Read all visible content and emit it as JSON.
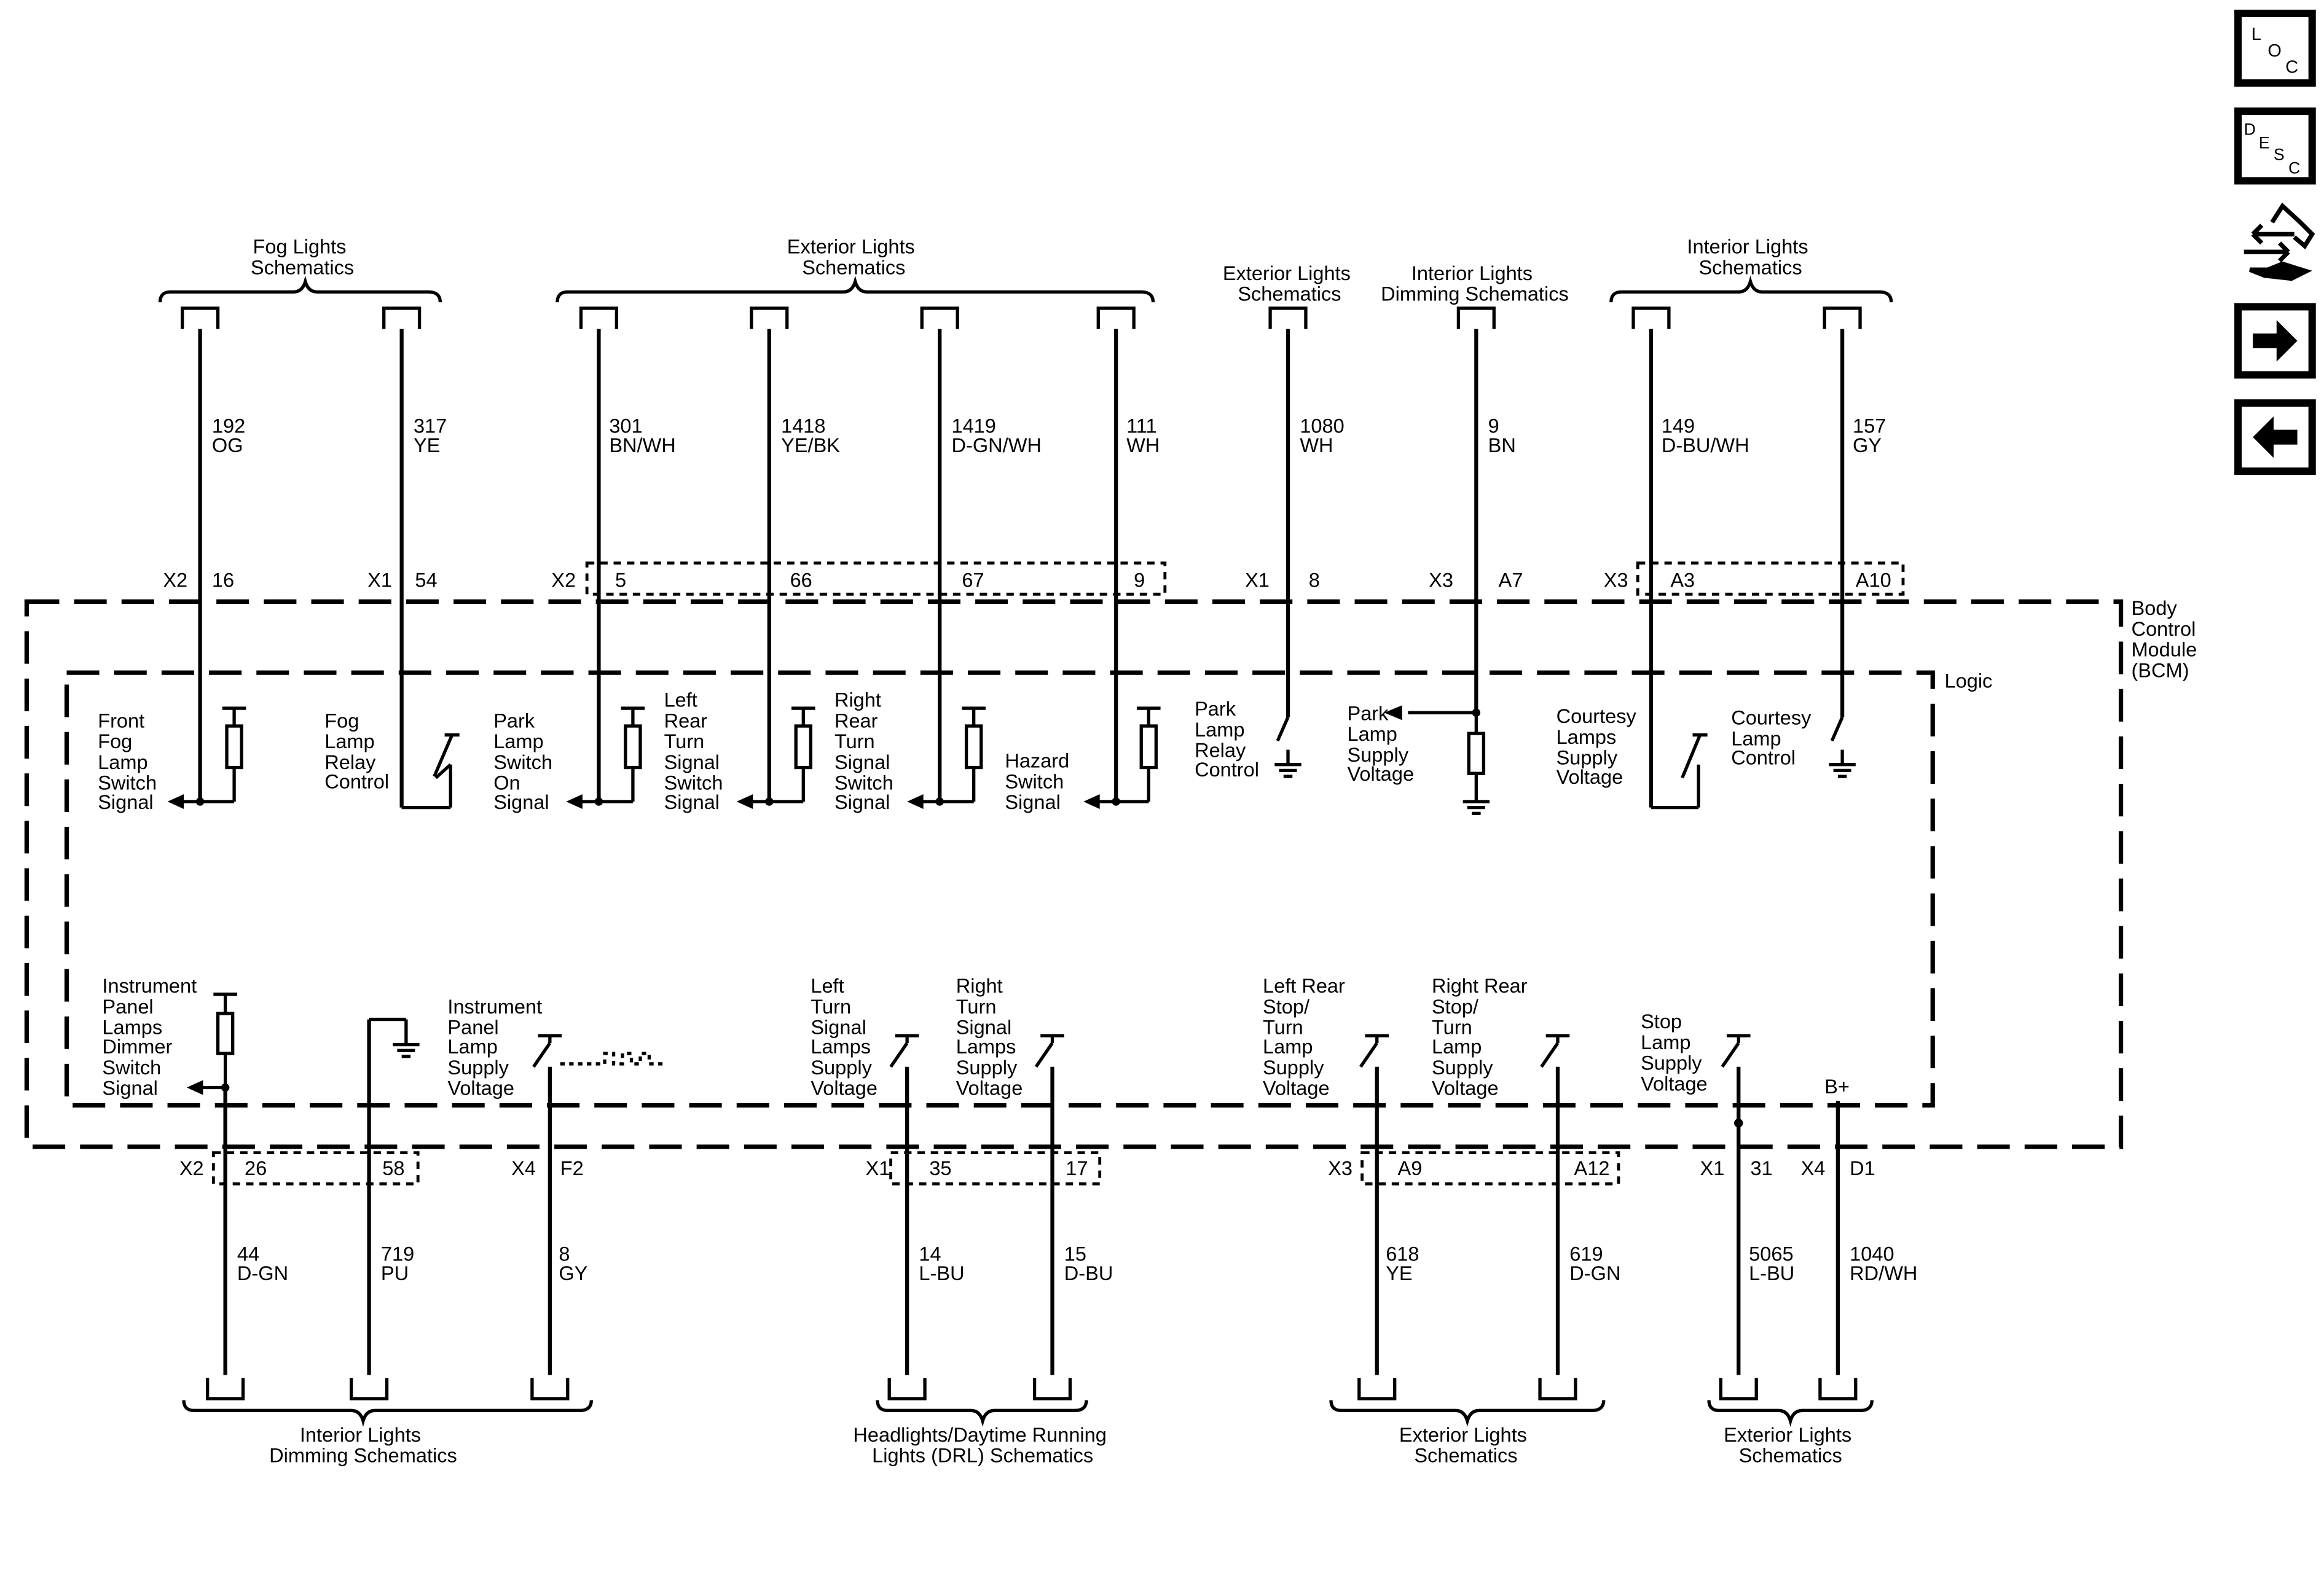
{
  "module": {
    "lines": [
      "Body",
      "Control",
      "Module",
      "(BCM)"
    ]
  },
  "logic_label": "Logic",
  "supply_label": "B+",
  "harness_groups": {
    "fog_top": [
      "Fog Lights",
      "Schematics"
    ],
    "ext_top": [
      "Exterior Lights",
      "Schematics"
    ],
    "ext_single_top": [
      "Exterior Lights",
      "Schematics"
    ],
    "int_dim_top": [
      "Interior Lights",
      "Dimming Schematics"
    ],
    "int_top": [
      "Interior Lights",
      "Schematics"
    ],
    "int_dim_bottom": [
      "Interior Lights",
      "Dimming Schematics"
    ],
    "drl_bottom": [
      "Headlights/Daytime Running",
      "Lights (DRL) Schematics"
    ],
    "ext_bottom_a": [
      "Exterior Lights",
      "Schematics"
    ],
    "ext_bottom_b": [
      "Exterior Lights",
      "Schematics"
    ]
  },
  "top_wires": [
    {
      "circuit": "192",
      "color": "OG",
      "connector": "X2",
      "pin": "16",
      "function": [
        "Front",
        "Fog",
        "Lamp",
        "Switch",
        "Signal"
      ]
    },
    {
      "circuit": "317",
      "color": "YE",
      "connector": "X1",
      "pin": "54",
      "function": [
        "Fog",
        "Lamp",
        "Relay",
        "Control"
      ]
    },
    {
      "circuit": "301",
      "color": "BN/WH",
      "connector": "X2",
      "pin": "5",
      "function": [
        "Park",
        "Lamp",
        "Switch",
        "On",
        "Signal"
      ]
    },
    {
      "circuit": "1418",
      "color": "YE/BK",
      "connector": "",
      "pin": "66",
      "function": [
        "Left",
        "Rear",
        "Turn",
        "Signal",
        "Switch",
        "Signal"
      ]
    },
    {
      "circuit": "1419",
      "color": "D-GN/WH",
      "connector": "",
      "pin": "67",
      "function": [
        "Right",
        "Rear",
        "Turn",
        "Signal",
        "Switch",
        "Signal"
      ]
    },
    {
      "circuit": "111",
      "color": "WH",
      "connector": "",
      "pin": "9",
      "function": [
        "Hazard",
        "Switch",
        "Signal"
      ]
    },
    {
      "circuit": "1080",
      "color": "WH",
      "connector": "X1",
      "pin": "8",
      "function": [
        "Park",
        "Lamp",
        "Relay",
        "Control"
      ]
    },
    {
      "circuit": "9",
      "color": "BN",
      "connector": "X3",
      "pin": "A7",
      "function": [
        "Park",
        "Lamp",
        "Supply",
        "Voltage"
      ]
    },
    {
      "circuit": "149",
      "color": "D-BU/WH",
      "connector": "X3",
      "pin": "A3",
      "function": [
        "Courtesy",
        "Lamps",
        "Supply",
        "Voltage"
      ]
    },
    {
      "circuit": "157",
      "color": "GY",
      "connector": "",
      "pin": "A10",
      "function": [
        "Courtesy",
        "Lamp",
        "Control"
      ]
    }
  ],
  "bottom_wires": [
    {
      "circuit": "44",
      "color": "D-GN",
      "connector": "X2",
      "pin": "26",
      "function": [
        "Instrument",
        "Panel",
        "Lamps",
        "Dimmer",
        "Switch",
        "Signal"
      ]
    },
    {
      "circuit": "719",
      "color": "PU",
      "connector": "",
      "pin": "58",
      "function": []
    },
    {
      "circuit": "8",
      "color": "GY",
      "connector": "X4",
      "pin": "F2",
      "function": [
        "Instrument",
        "Panel",
        "Lamp",
        "Supply",
        "Voltage"
      ]
    },
    {
      "circuit": "14",
      "color": "L-BU",
      "connector": "X1",
      "pin": "35",
      "function": [
        "Left",
        "Turn",
        "Signal",
        "Lamps",
        "Supply",
        "Voltage"
      ]
    },
    {
      "circuit": "15",
      "color": "D-BU",
      "connector": "",
      "pin": "17",
      "function": [
        "Right",
        "Turn",
        "Signal",
        "Lamps",
        "Supply",
        "Voltage"
      ]
    },
    {
      "circuit": "618",
      "color": "YE",
      "connector": "X3",
      "pin": "A9",
      "function": [
        "Left Rear",
        "Stop/",
        "Turn",
        "Lamp",
        "Supply",
        "Voltage"
      ]
    },
    {
      "circuit": "619",
      "color": "D-GN",
      "connector": "",
      "pin": "A12",
      "function": [
        "Right Rear",
        "Stop/",
        "Turn",
        "Lamp",
        "Supply",
        "Voltage"
      ]
    },
    {
      "circuit": "5065",
      "color": "L-BU",
      "connector": "X1",
      "pin": "31",
      "function": [
        "Stop",
        "Lamp",
        "Supply",
        "Voltage"
      ]
    },
    {
      "circuit": "1040",
      "color": "RD/WH",
      "connector": "X4",
      "pin": "D1",
      "function": []
    }
  ],
  "nav": [
    {
      "id": "loc",
      "letters": [
        "L",
        "O",
        "C"
      ],
      "icon": "loc-icon"
    },
    {
      "id": "desc",
      "letters": [
        "D",
        "E",
        "S",
        "C"
      ],
      "icon": "desc-icon"
    },
    {
      "id": "connector",
      "icon": "connector-arrows-wrench-icon"
    },
    {
      "id": "next",
      "icon": "arrow-right-icon"
    },
    {
      "id": "prev",
      "icon": "arrow-left-icon"
    }
  ]
}
